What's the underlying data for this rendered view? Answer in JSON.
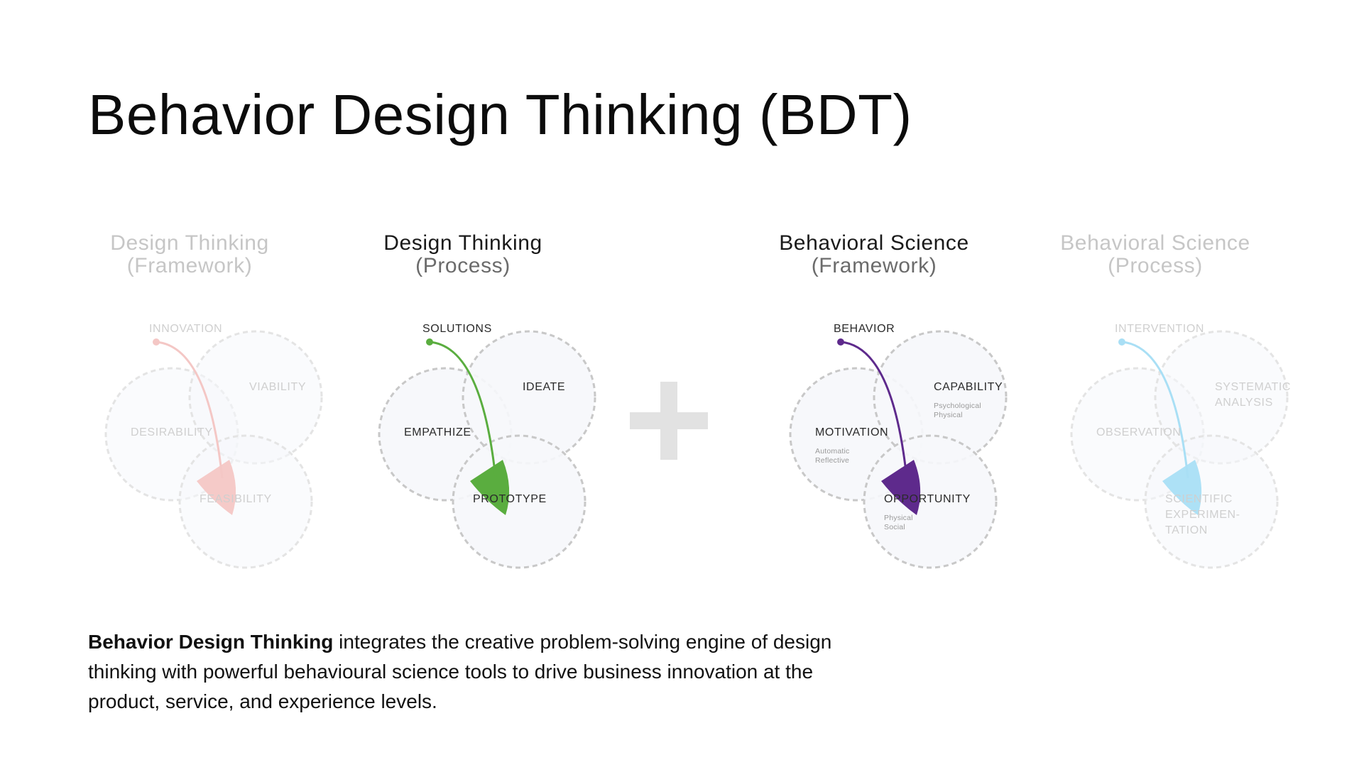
{
  "title": "Behavior Design Thinking (BDT)",
  "panels": [
    {
      "heading_line1": "Design Thinking",
      "heading_line2": "(Framework)",
      "pointer_label": "INNOVATION",
      "circles": [
        {
          "label": "DESIRABILITY",
          "sub": []
        },
        {
          "label": "VIABILITY",
          "sub": []
        },
        {
          "label": "FEASIBILITY",
          "sub": []
        }
      ],
      "accent": "#f4c7c5",
      "faded": true
    },
    {
      "heading_line1": "Design Thinking",
      "heading_line2": "(Process)",
      "pointer_label": "SOLUTIONS",
      "circles": [
        {
          "label": "EMPATHIZE",
          "sub": []
        },
        {
          "label": "IDEATE",
          "sub": []
        },
        {
          "label": "PROTOTYPE",
          "sub": []
        }
      ],
      "accent": "#5aad3f",
      "faded": false
    },
    {
      "heading_line1": "Behavioral Science",
      "heading_line2": "(Framework)",
      "pointer_label": "BEHAVIOR",
      "circles": [
        {
          "label": "MOTIVATION",
          "sub": [
            "Automatic",
            "Reflective"
          ]
        },
        {
          "label": "CAPABILITY",
          "sub": [
            "Psychological",
            "Physical"
          ]
        },
        {
          "label": "OPPORTUNITY",
          "sub": [
            "Physical",
            "Social"
          ]
        }
      ],
      "accent": "#5e2a8c",
      "faded": false
    },
    {
      "heading_line1": "Behavioral Science",
      "heading_line2": "(Process)",
      "pointer_label": "INTERVENTION",
      "circles": [
        {
          "label": "OBSERVATION",
          "sub": []
        },
        {
          "label": "SYSTEMATIC ANALYSIS",
          "lines": [
            "SYSTEMATIC",
            "ANALYSIS"
          ],
          "sub": []
        },
        {
          "label": "SCIENTIFIC EXPERIMEN-TATION",
          "lines": [
            "SCIENTIFIC",
            "EXPERIMEN-",
            "TATION"
          ],
          "sub": []
        }
      ],
      "accent": "#a9dff5",
      "faded": true
    }
  ],
  "plus_symbol": "+",
  "description": {
    "bold": "Behavior Design Thinking",
    "rest": " integrates the creative problem-solving engine of design thinking with powerful behavioural science tools to drive business innovation at the product, service, and experience levels."
  },
  "colors": {
    "heading_active": "#1a1a1a",
    "heading_sub_active": "#6b6b6b",
    "heading_faded": "#c6c6c6",
    "circle_fill": "#f6f7fb",
    "circle_stroke_active": "#c8c8c8",
    "circle_stroke_faded": "#e4e4e4",
    "label_active": "#2a2a2a",
    "label_faded": "#cfcfcf",
    "sub_label": "#9a9a9a",
    "plus": "#e2e2e2"
  }
}
